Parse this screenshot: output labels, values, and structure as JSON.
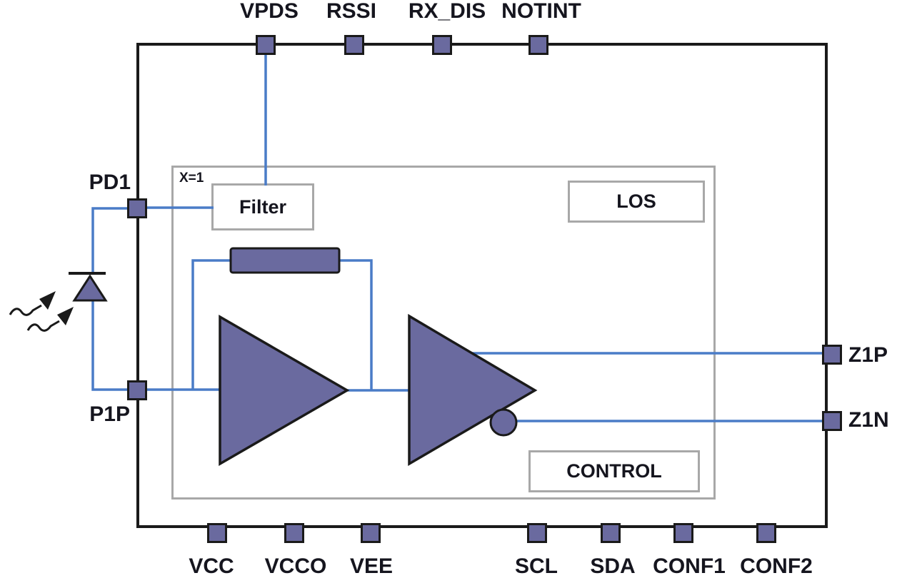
{
  "diagram": {
    "blocks": {
      "filter": "Filter",
      "los": "LOS",
      "control": "CONTROL",
      "channel_label": "X=1"
    },
    "pins": {
      "top": [
        {
          "label": "VPDS"
        },
        {
          "label": "RSSI"
        },
        {
          "label": "RX_DIS"
        },
        {
          "label": "NOTINT"
        }
      ],
      "bottom": [
        {
          "label": "VCC"
        },
        {
          "label": "VCCO"
        },
        {
          "label": "VEE"
        },
        {
          "label": "SCL"
        },
        {
          "label": "SDA"
        },
        {
          "label": "CONF1"
        },
        {
          "label": "CONF2"
        }
      ],
      "left": [
        {
          "label": "PD1"
        },
        {
          "label": "P1P"
        }
      ],
      "right": [
        {
          "label": "Z1P"
        },
        {
          "label": "Z1N"
        }
      ]
    },
    "icons": {
      "photodiode": "photodiode-symbol",
      "light_input": "incident-light-arrows",
      "amplifier_1": "amplifier-triangle",
      "amplifier_2": "inverting-amplifier-triangle",
      "feedback_resistor": "resistor-bar"
    },
    "colors": {
      "component_fill": "#6a6a9f",
      "wire": "#4a7cc7",
      "outline": "#1a1a1a",
      "block_border": "#a8a8a8",
      "text": "#15151e"
    }
  }
}
